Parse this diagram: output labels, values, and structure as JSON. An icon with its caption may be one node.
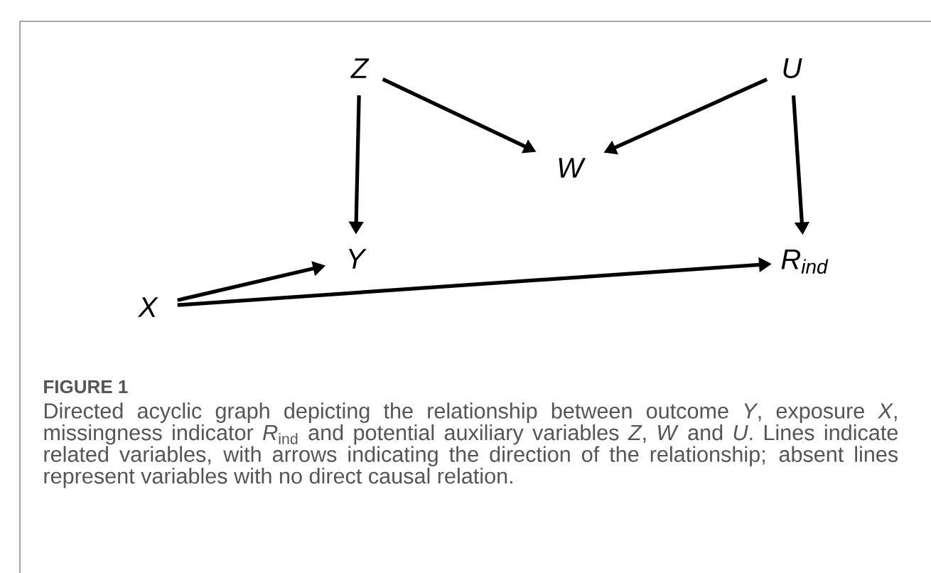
{
  "diagram": {
    "title": "FIGURE 1",
    "caption": "Directed acyclic graph depicting the relationship between outcome *Y*, exposure *X*, missingness indicator *R*$_{ind}$ and potential auxiliary variables *Z*, *W* and *U*. Lines indicate related variables, with arrows indicating the direction of the relationship; absent lines represent variables with no direct causal relation.",
    "nodes": [
      {
        "text": [
          "Z"
        ]
      },
      {
        "text": [
          "U"
        ]
      },
      {
        "text": [
          "W"
        ]
      },
      {
        "text": [
          "Y"
        ]
      },
      {
        "text": [
          "R$_{ind}$"
        ]
      },
      {
        "text": [
          "X"
        ]
      }
    ],
    "edges": [
      {
        "from": 0,
        "to": 3,
        "arrow": "to"
      },
      {
        "from": 0,
        "to": 2,
        "arrow": "to"
      },
      {
        "from": 1,
        "to": 2,
        "arrow": "to"
      },
      {
        "from": 1,
        "to": 4,
        "arrow": "to"
      },
      {
        "from": 5,
        "to": 3,
        "arrow": "to"
      },
      {
        "from": 5,
        "to": 4,
        "arrow": "to"
      }
    ]
  }
}
